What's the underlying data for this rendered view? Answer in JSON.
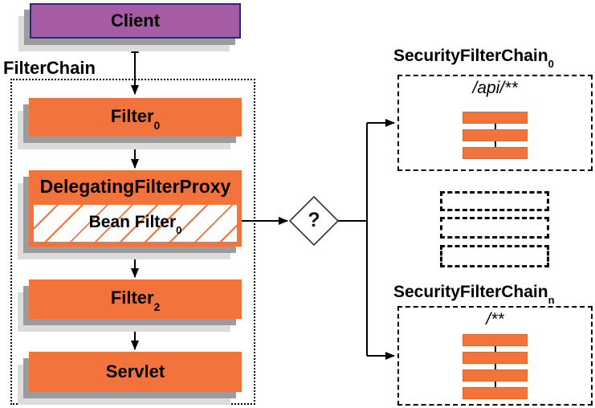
{
  "colors": {
    "orange": "#F2733B",
    "purple": "#A55CA5",
    "client_border": "#26268B",
    "shadow": "#9C9C9C",
    "shadow_light": "#DCDCDC",
    "line": "#000000",
    "diamond_stroke": "#333333"
  },
  "client": {
    "label": "Client"
  },
  "filter_chain": {
    "label": "FilterChain"
  },
  "filter0": {
    "label": "Filter",
    "subscript": "0"
  },
  "delegating_filter_proxy": {
    "label": "DelegatingFilterProxy"
  },
  "bean_filter": {
    "label": "Bean Filter",
    "subscript": "0"
  },
  "filter2": {
    "label": "Filter",
    "subscript": "2"
  },
  "servlet": {
    "label": "Servlet"
  },
  "decision": {
    "label": "?"
  },
  "security_filter_chain_0": {
    "label": "SecurityFilterChain",
    "subscript": "0",
    "pattern": "/api/**",
    "bar_count": 3
  },
  "security_filter_chain_n": {
    "label": "SecurityFilterChain",
    "subscript": "n",
    "pattern": "/**",
    "bar_count": 4
  },
  "placeholder_chain_count": 3
}
